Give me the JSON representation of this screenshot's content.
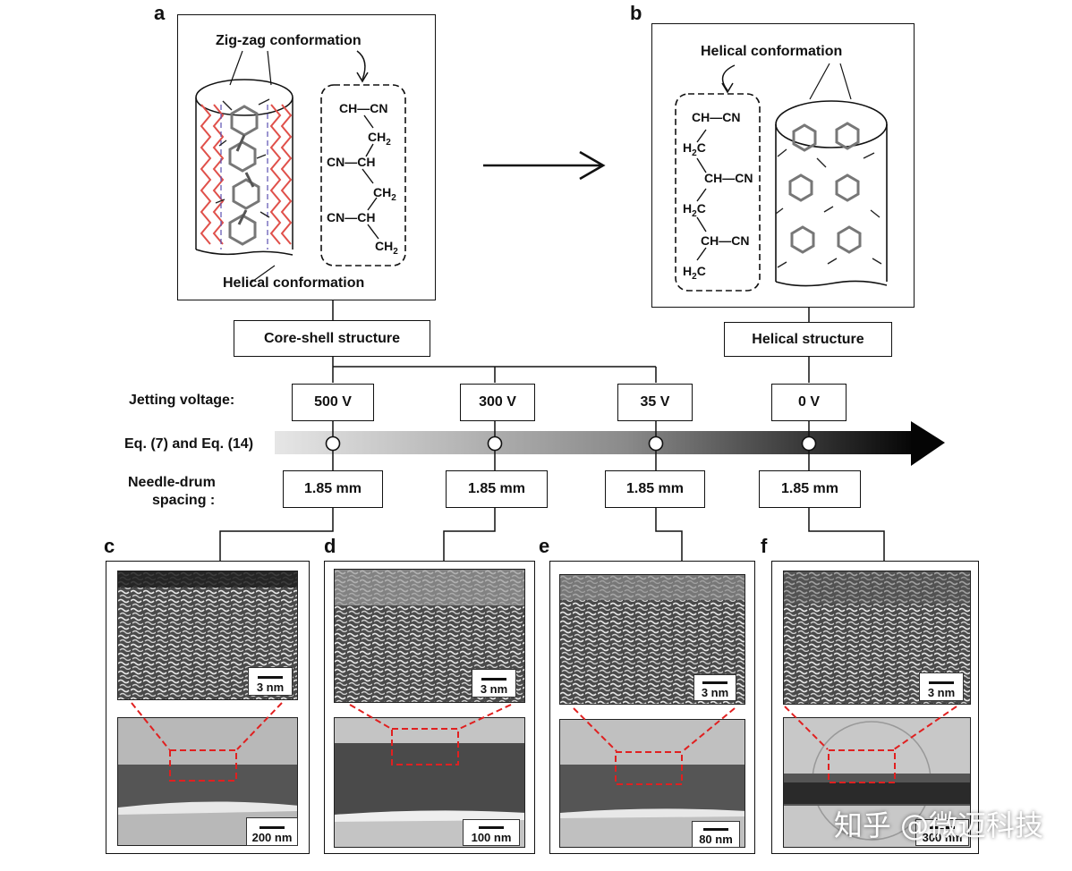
{
  "panels": {
    "a": {
      "letter": "a",
      "top_label": "Zig-zag conformation",
      "bottom_label": "Helical conformation",
      "chem": [
        "CH—CN",
        "CH2",
        "CN—CH",
        "CH2",
        "CN—CH",
        "CH2"
      ]
    },
    "b": {
      "letter": "b",
      "top_label": "Helical conformation",
      "chem": [
        "CH—CN",
        "H2C",
        "CH—CN",
        "H2C",
        "CH—CN",
        "H2C"
      ]
    }
  },
  "structure_labels": {
    "core_shell": "Core-shell structure",
    "helical": "Helical structure"
  },
  "rows": {
    "jetting_voltage_label": "Jetting voltage:",
    "equation_label": "Eq. (7) and Eq. (14)",
    "spacing_label_line1": "Needle-drum",
    "spacing_label_line2": "spacing :"
  },
  "voltages": [
    "500 V",
    "300 V",
    "35 V",
    "0 V"
  ],
  "spacings": [
    "1.85 mm",
    "1.85 mm",
    "1.85 mm",
    "1.85 mm"
  ],
  "tem_panels": [
    {
      "letter": "c",
      "top_scale": "3 nm",
      "bottom_scale": "200 nm"
    },
    {
      "letter": "d",
      "top_scale": "3 nm",
      "bottom_scale": "100 nm"
    },
    {
      "letter": "e",
      "top_scale": "3 nm",
      "bottom_scale": "80 nm"
    },
    {
      "letter": "f",
      "top_scale": "3 nm",
      "bottom_scale": "300 nm"
    }
  ],
  "watermark": "知乎 @微迈科技",
  "colors": {
    "zigzag_red": "#e0504a",
    "zoom_box_red": "#e02020",
    "gradient_start": "#e6e6e6",
    "gradient_end": "#000000"
  }
}
